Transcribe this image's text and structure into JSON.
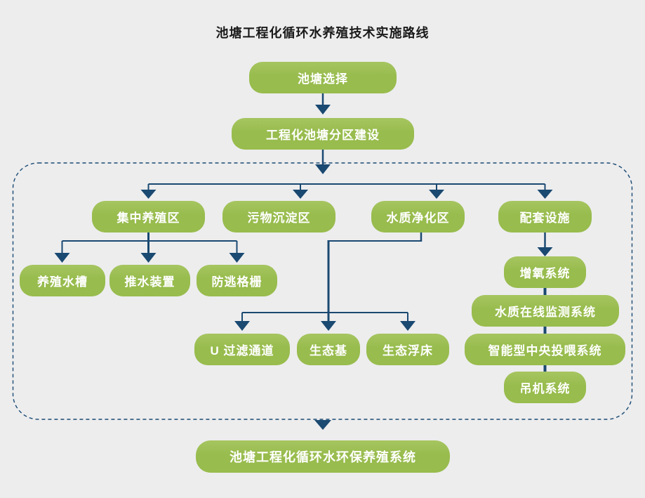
{
  "title": "池塘工程化循环水养殖技术实施路线",
  "colors": {
    "background": "#EDEDEE",
    "node_fill": "#98BC4D",
    "node_fill_light": "#A6C561",
    "node_text": "#FFFFFF",
    "connector": "#1A4971",
    "title_text": "#1A1A1A"
  },
  "nodes": {
    "pond_selection": "池塘选择",
    "zoning": "工程化池塘分区建设",
    "breeding_zone": "集中养殖区",
    "sediment_zone": "污物沉淀区",
    "purification_zone": "水质净化区",
    "facilities": "配套设施",
    "tank": "养殖水槽",
    "pusher": "推水装置",
    "grille": "防逃格栅",
    "u_channel": "U 过滤通道",
    "eco_base": "生态基",
    "eco_bed": "生态浮床",
    "aeration": "增氧系统",
    "monitoring": "水质在线监测系统",
    "feeding": "智能型中央投喂系统",
    "crane": "吊机系统",
    "final_system": "池塘工程化循环水环保养殖系统"
  }
}
